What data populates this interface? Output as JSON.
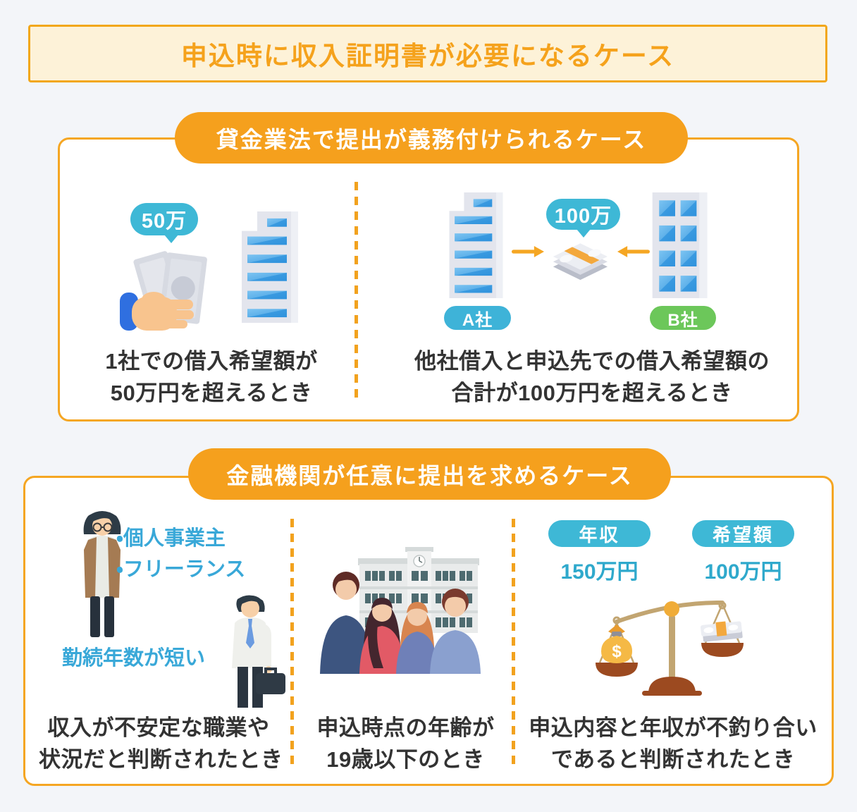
{
  "colors": {
    "page_bg": "#f3f5f9",
    "accent_orange": "#f5a21c",
    "header_bg": "#fdf2d8",
    "teal": "#3eb8d6",
    "green": "#6cc75a",
    "blue_text": "#39a8d8",
    "caption_text": "#333333"
  },
  "header": {
    "title": "申込時に収入証明書が必要になるケース"
  },
  "sections": [
    {
      "title": "貸金業法で提出が義務付けられるケース",
      "left": {
        "bubble": "50万",
        "caption1": "1社での借入希望額が",
        "caption2": "50万円を超えるとき",
        "icons": [
          "hand-with-banknotes-icon",
          "office-building-icon"
        ]
      },
      "right": {
        "bubble": "100万",
        "company_a": "A社",
        "company_b": "B社",
        "caption1": "他社借入と申込先での借入希望額の",
        "caption2": "合計が100万円を超えるとき",
        "icons": [
          "office-building-icon",
          "arrow-right-icon",
          "banknote-bundle-icon",
          "arrow-left-icon",
          "office-building-windows-icon"
        ]
      }
    },
    {
      "title": "金融機関が任意に提出を求めるケース",
      "col1": {
        "bullet1": "・個人事業主",
        "bullet2": "・フリーランス",
        "note": "勤続年数が短い",
        "caption1": "収入が不安定な職業や",
        "caption2": "状況だと判断されたとき",
        "icons": [
          "freelancer-person-icon",
          "businessman-briefcase-icon"
        ]
      },
      "col2": {
        "caption1": "申込時点の年齢が",
        "caption2": "19歳以下のとき",
        "icons": [
          "school-students-icon"
        ]
      },
      "col3": {
        "income_label": "年収",
        "income_value": "150万円",
        "desired_label": "希望額",
        "desired_value": "100万円",
        "money_bag_symbol": "$",
        "caption1": "申込内容と年収が不釣り合い",
        "caption2": "であると判断されたとき",
        "icons": [
          "balance-scale-icon",
          "money-bag-icon",
          "banknote-bundle-icon"
        ]
      }
    }
  ]
}
